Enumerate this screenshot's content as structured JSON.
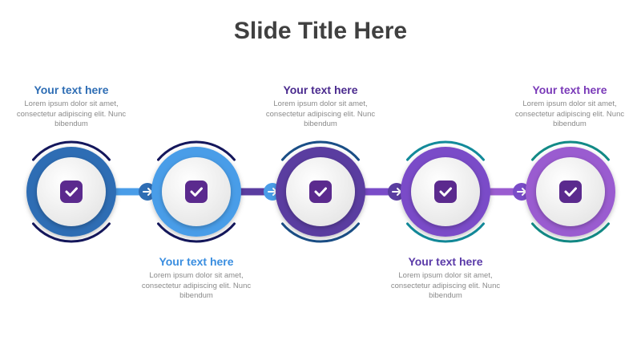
{
  "slide": {
    "title": "Slide Title Here"
  },
  "colors": {
    "step1": "#2e6db4",
    "step2": "#4a9de8",
    "step3": "#5a3da0",
    "step4": "#7a4cc8",
    "step5": "#9a5cd0",
    "step1_arc": "#14175c",
    "step2_arc": "#14175c",
    "step3_arc": "#1a4e86",
    "step4_arc": "#128a9a",
    "step5_arc": "#128a86",
    "check_badge": "#5b2a8e"
  },
  "steps": [
    {
      "heading": "Your text here",
      "body": "Lorem ipsum dolor sit amet, consectetur adipiscing elit. Nunc bibendum",
      "icon": "check-icon"
    },
    {
      "heading": "Your text here",
      "body": "Lorem ipsum dolor sit amet, consectetur adipiscing elit. Nunc bibendum",
      "icon": "check-icon"
    },
    {
      "heading": "Your text here",
      "body": "Lorem ipsum dolor sit amet, consectetur adipiscing elit. Nunc bibendum",
      "icon": "check-icon"
    },
    {
      "heading": "Your text here",
      "body": "Lorem ipsum dolor sit amet, consectetur adipiscing elit. Nunc bibendum",
      "icon": "check-icon"
    },
    {
      "heading": "Your text here",
      "body": "Lorem ipsum dolor sit amet, consectetur adipiscing elit. Nunc bibendum",
      "icon": "check-icon"
    }
  ],
  "connector_icon": "arrow-right-icon"
}
